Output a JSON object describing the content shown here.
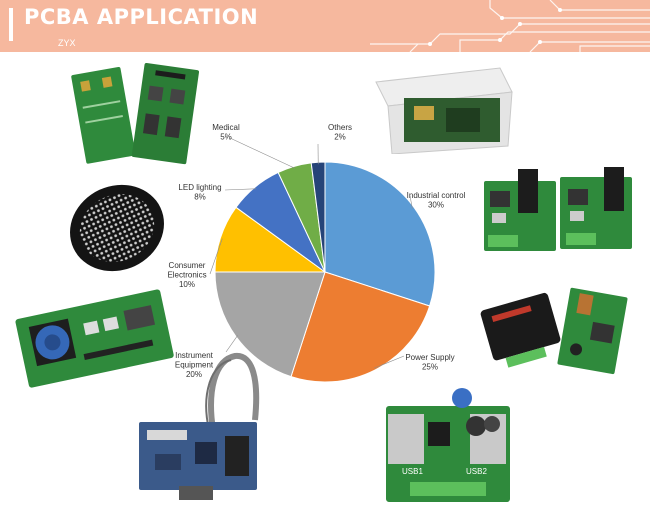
{
  "header": {
    "title": "PCBA APPLICATION",
    "subtitle": "ZYX"
  },
  "colors": {
    "header_bg": "#f6b89e",
    "pcb_green": "#2f8a3c",
    "pcb_blue": "#3b5a8a"
  },
  "photos": [
    {
      "name": "medical-board-photo",
      "icon": "green-pcb-pair"
    },
    {
      "name": "led-lighting-board-photo",
      "icon": "round-led-array"
    },
    {
      "name": "consumer-electronics-board-photo",
      "icon": "pcb-with-transformer"
    },
    {
      "name": "instrument-equipment-board-photo",
      "icon": "blue-pcb-with-ribbon-cable"
    },
    {
      "name": "boxed-board-photo",
      "icon": "pcb-in-carton"
    },
    {
      "name": "industrial-control-board-photo",
      "icon": "green-pcb-with-heatsinks"
    },
    {
      "name": "power-module-photo",
      "icon": "power-module-and-pcb"
    },
    {
      "name": "power-supply-usb-board-photo",
      "icon": "usb-power-board",
      "labels": [
        "USB1",
        "USB2"
      ]
    }
  ],
  "chart_data": {
    "type": "pie",
    "slices": [
      {
        "name": "Industrial control",
        "value": 30,
        "label": "30%",
        "color": "#5b9bd5"
      },
      {
        "name": "Power Supply",
        "value": 25,
        "label": "25%",
        "color": "#ed7d31"
      },
      {
        "name": "Instrument\nEquipment",
        "value": 20,
        "label": "20%",
        "color": "#a5a5a5"
      },
      {
        "name": "Consumer\nElectronics",
        "value": 10,
        "label": "10%",
        "color": "#ffc000"
      },
      {
        "name": "LED lighting",
        "value": 8,
        "label": "8%",
        "color": "#4472c4"
      },
      {
        "name": "Medical",
        "value": 5,
        "label": "5%",
        "color": "#70ad47"
      },
      {
        "name": "Others",
        "value": 2,
        "label": "2%",
        "color": "#264478"
      }
    ],
    "start_angle_deg": 0,
    "direction": "clockwise",
    "legend": "none",
    "labels": "outside-with-leader-lines"
  }
}
